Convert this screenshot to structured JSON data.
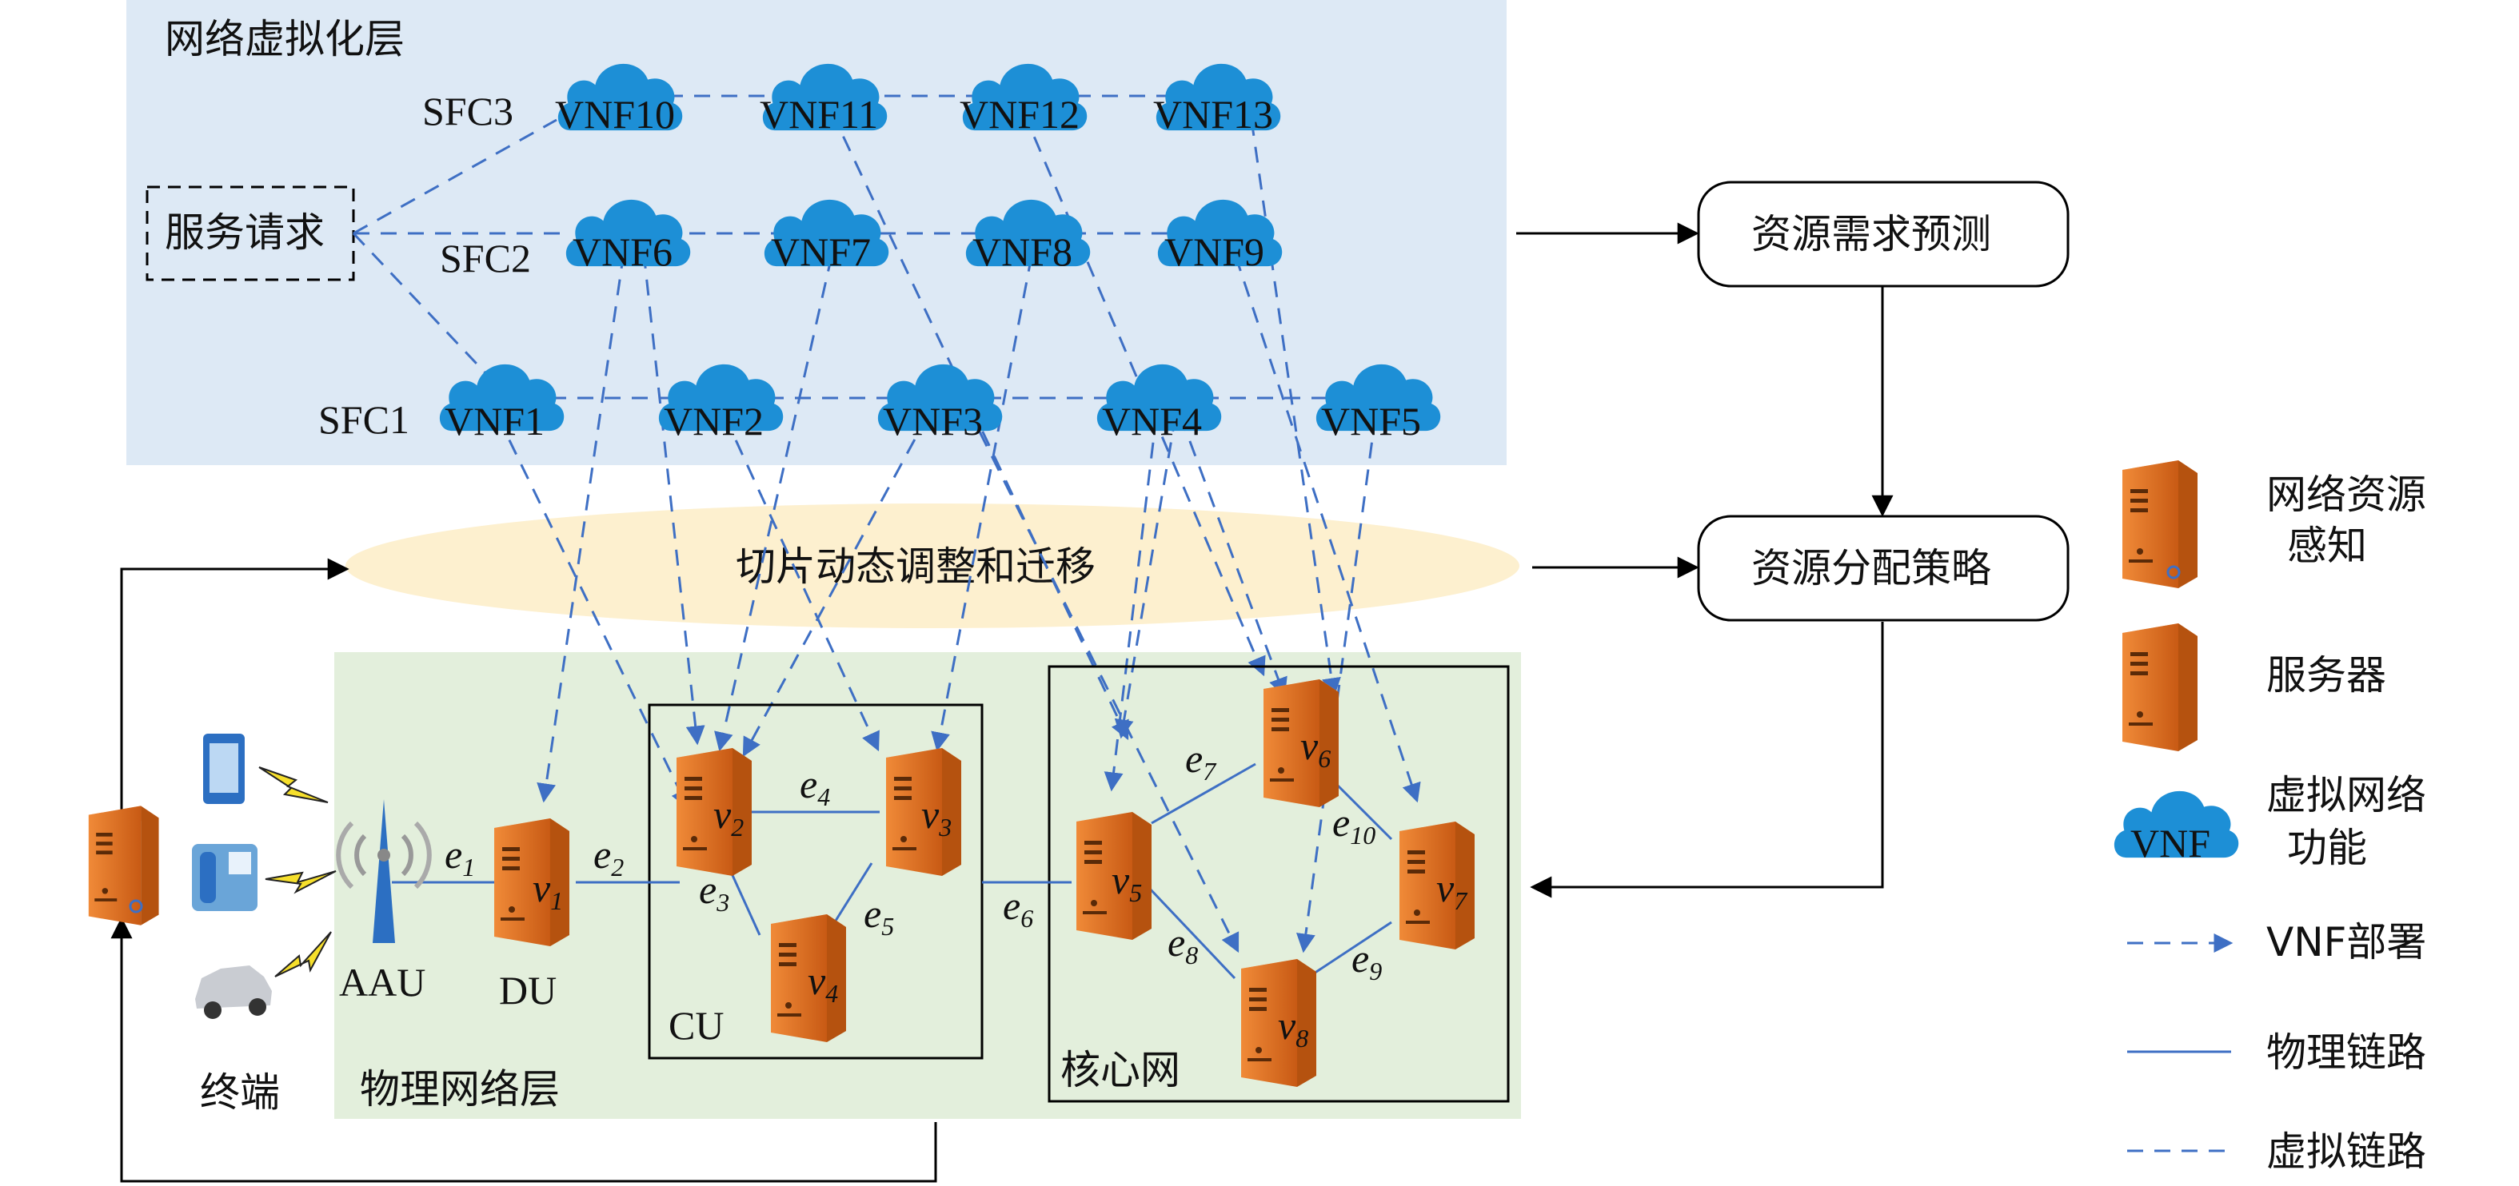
{
  "layers": {
    "virtualization": "网络虚拟化层",
    "slicing": "切片动态调整和迁移",
    "physical": "物理网络层"
  },
  "sfc_labels": {
    "sfc1": "SFC1",
    "sfc2": "SFC2",
    "sfc3": "SFC3"
  },
  "service_request": "服务请求",
  "vnfs": {
    "vnf1": "VNF1",
    "vnf2": "VNF2",
    "vnf3": "VNF3",
    "vnf4": "VNF4",
    "vnf5": "VNF5",
    "vnf6": "VNF6",
    "vnf7": "VNF7",
    "vnf8": "VNF8",
    "vnf9": "VNF9",
    "vnf10": "VNF10",
    "vnf11": "VNF11",
    "vnf12": "VNF12",
    "vnf13": "VNF13"
  },
  "boxes": {
    "prediction": "资源需求预测",
    "allocation": "资源分配策略"
  },
  "physical": {
    "terminal": "终端",
    "aau": "AAU",
    "du": "DU",
    "cu": "CU",
    "core": "核心网",
    "nodes": {
      "v1": "v",
      "v2": "v",
      "v3": "v",
      "v4": "v",
      "v5": "v",
      "v6": "v",
      "v7": "v",
      "v8": "v"
    },
    "node_subs": {
      "v1": "1",
      "v2": "2",
      "v3": "3",
      "v4": "4",
      "v5": "5",
      "v6": "6",
      "v7": "7",
      "v8": "8"
    },
    "edges": {
      "e1": "e",
      "e2": "e",
      "e3": "e",
      "e4": "e",
      "e5": "e",
      "e6": "e",
      "e7": "e",
      "e8": "e",
      "e9": "e",
      "e10": "e"
    },
    "edge_subs": {
      "e1": "1",
      "e2": "2",
      "e3": "3",
      "e4": "4",
      "e5": "5",
      "e6": "6",
      "e7": "7",
      "e8": "8",
      "e9": "9",
      "e10": "10"
    }
  },
  "legend": {
    "network_awareness": [
      "网络资源",
      "感知"
    ],
    "server": "服务器",
    "vnf_icon": "VNF",
    "vnf_function": [
      "虚拟网络",
      "功能"
    ],
    "vnf_deploy": "VNF部署",
    "physical_link": "物理链路",
    "virtual_link": "虚拟链路"
  },
  "colors": {
    "virtual_layer_bg": "#dde9f5",
    "physical_layer_bg": "#e3efdc",
    "slicing_ellipse": "#fdf0cf",
    "cloud": "#1d8fd6",
    "link": "#3e6fc4",
    "server": "#e07a2a"
  }
}
